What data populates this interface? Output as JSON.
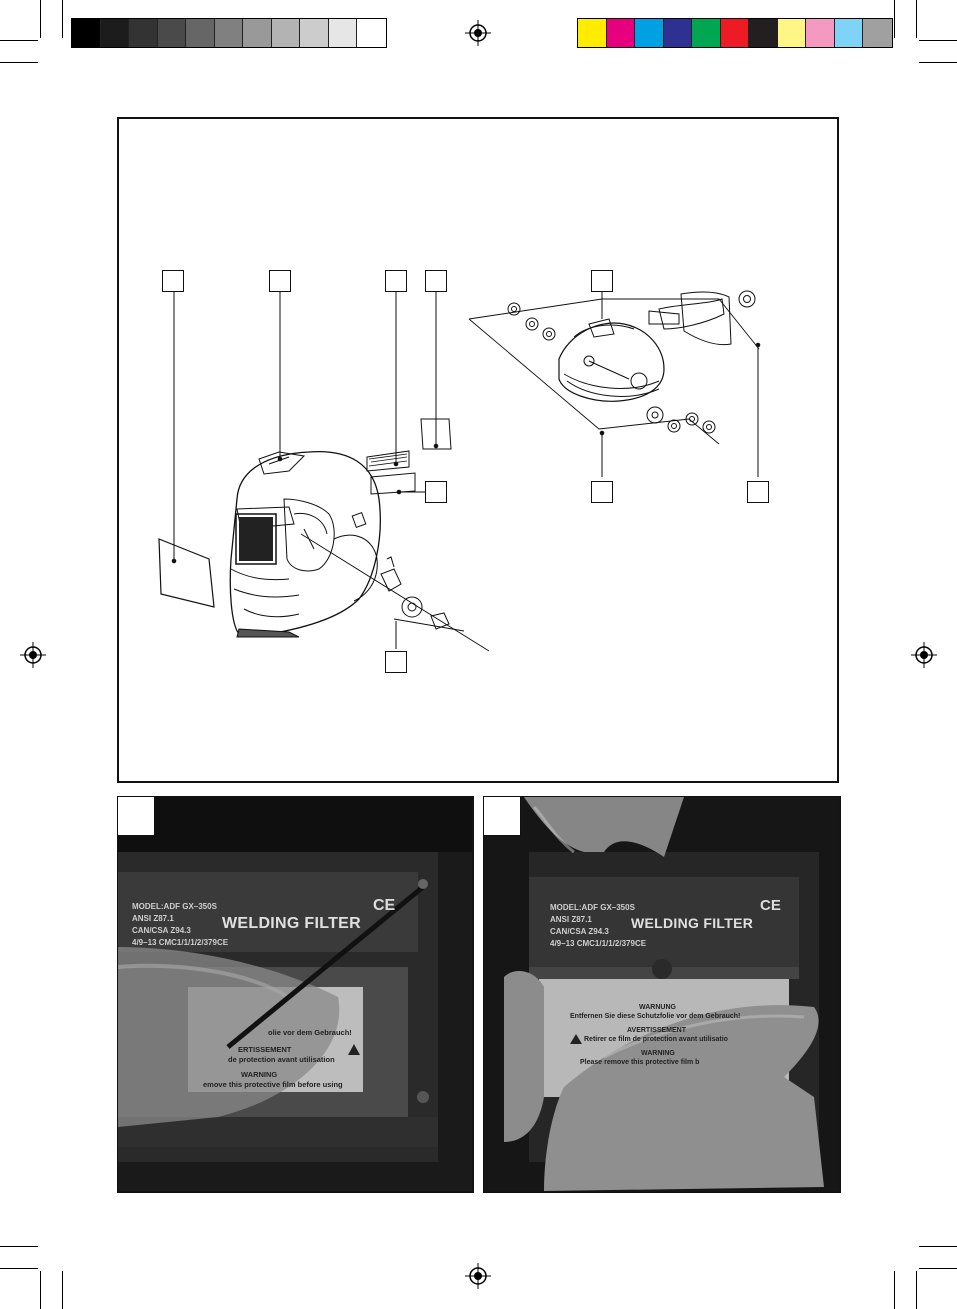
{
  "color_bars": {
    "grayscale": [
      "#000000",
      "#1c1c1c",
      "#333333",
      "#4a4a4a",
      "#666666",
      "#808080",
      "#999999",
      "#b3b3b3",
      "#cccccc",
      "#e6e6e6",
      "#ffffff"
    ],
    "process": [
      "#ffec00",
      "#e6007e",
      "#00a0e3",
      "#2e3092",
      "#00a651",
      "#ed1c24",
      "#231f20",
      "#fff685",
      "#f49ac1",
      "#7fd3f7",
      "#a0a0a0"
    ]
  },
  "photo_left": {
    "model": "MODEL:ADF GX–350S",
    "ansi": "ANSI Z87.1",
    "can_csa": "CAN/CSA  Z94.3",
    "cert": "4/9–13 CMC1/1/1/2/379CE",
    "title": "WELDING FILTER",
    "warn_de_partial": "olie vor dem Gebrauch!",
    "warn_fr_heading_partial": "ERTISSEMENT",
    "warn_fr_partial": "de protection avant utilisation",
    "warn_en_heading": "WARNING",
    "warn_en_partial": "emove this protective film before using"
  },
  "photo_right": {
    "model": "MODEL:ADF GX–350S",
    "ansi": "ANSI Z87.1",
    "can_csa": "CAN/CSA  Z94.3",
    "cert": "4/9–13 CMC1/1/1/2/379CE",
    "title": "WELDING FILTER",
    "warn_de_heading": "WARNUNG",
    "warn_de": "Entfernen Sie diese Schutzfolie vor dem Gebrauch!",
    "warn_fr_heading": "AVERTISSEMENT",
    "warn_fr_partial": "Retirer ce film de protection avant utilisatio",
    "warn_en_heading": "WARNING",
    "warn_en_partial": "Please remove this protective film b"
  },
  "marks": {
    "ce": "CE"
  }
}
